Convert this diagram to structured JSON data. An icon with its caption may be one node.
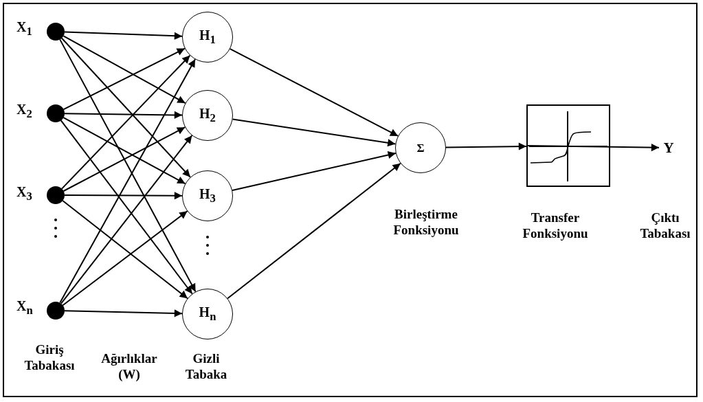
{
  "diagram": {
    "nodes": [
      {
        "text": [],
        "shape": "circle",
        "beside": [
          "X$_{1}$"
        ]
      },
      {
        "text": [],
        "shape": "circle",
        "beside": [
          "X$_{2}$"
        ]
      },
      {
        "text": [],
        "shape": "circle",
        "beside": [
          "X$_{3}$"
        ]
      },
      {
        "text": [],
        "shape": "circle",
        "beside": [
          "X$_{n}$"
        ]
      },
      {
        "text": [
          "H$_{1}$"
        ]
      },
      {
        "text": [
          "H$_{2}$"
        ]
      },
      {
        "text": [
          "H$_{3}$"
        ]
      },
      {
        "text": [
          "H$_{n}$"
        ]
      },
      {
        "text": [
          "Σ"
        ]
      },
      {
        "text": [],
        "shape": "box"
      },
      {
        "text": [
          "Y"
        ]
      }
    ],
    "edges": [
      {
        "from": 0,
        "to": 4,
        "arrow": "to"
      },
      {
        "from": 0,
        "to": 5,
        "arrow": "to"
      },
      {
        "from": 0,
        "to": 6,
        "arrow": "to"
      },
      {
        "from": 0,
        "to": 7,
        "arrow": "to"
      },
      {
        "from": 1,
        "to": 4,
        "arrow": "to"
      },
      {
        "from": 1,
        "to": 5,
        "arrow": "to"
      },
      {
        "from": 1,
        "to": 6,
        "arrow": "to"
      },
      {
        "from": 1,
        "to": 7,
        "arrow": "to"
      },
      {
        "from": 2,
        "to": 4,
        "arrow": "to"
      },
      {
        "from": 2,
        "to": 5,
        "arrow": "to"
      },
      {
        "from": 2,
        "to": 6,
        "arrow": "to"
      },
      {
        "from": 2,
        "to": 7,
        "arrow": "to"
      },
      {
        "from": 3,
        "to": 4,
        "arrow": "to"
      },
      {
        "from": 3,
        "to": 5,
        "arrow": "to"
      },
      {
        "from": 3,
        "to": 6,
        "arrow": "to"
      },
      {
        "from": 3,
        "to": 7,
        "arrow": "to"
      },
      {
        "from": 4,
        "to": 8,
        "arrow": "to"
      },
      {
        "from": 5,
        "to": 8,
        "arrow": "to"
      },
      {
        "from": 6,
        "to": 8,
        "arrow": "to"
      },
      {
        "from": 7,
        "to": 8,
        "arrow": "to"
      },
      {
        "from": 8,
        "to": 9,
        "arrow": "to"
      },
      {
        "from": 9,
        "to": 10,
        "arrow": "to"
      }
    ],
    "labels": [
      "Giriş Tabakası",
      "Ağırlıklar (W)",
      "Gizli Tabaka",
      "Birleştirme Fonksiyonu",
      "Transfer Fonksiyonu",
      "Çıktı Tabakası"
    ]
  }
}
